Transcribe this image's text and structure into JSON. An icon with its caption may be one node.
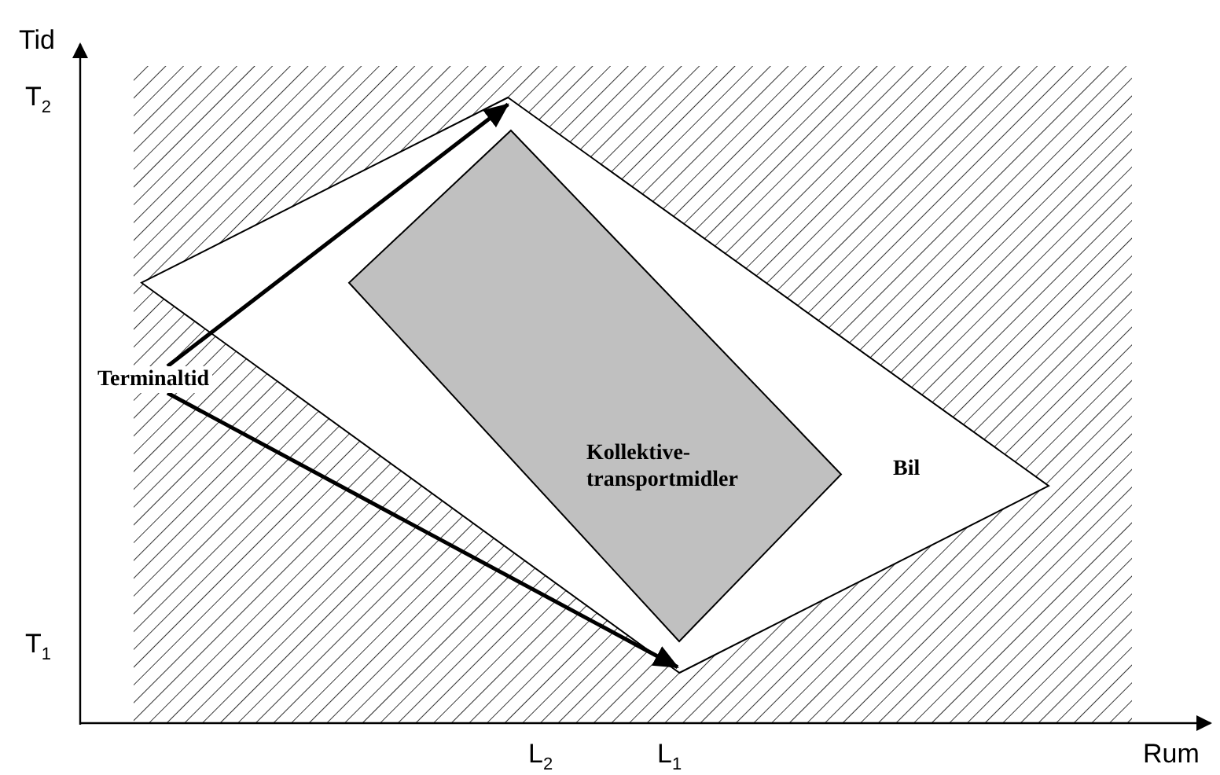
{
  "diagram": {
    "nodes": [
      {
        "text": [
          "Bil"
        ]
      },
      {
        "text": [
          "Kollektive-transportmidler"
        ],
        "in": 0
      },
      {
        "text": [
          "Terminaltid"
        ]
      }
    ],
    "edges": [
      {
        "from": 2,
        "to": 0,
        "arrow": "to"
      },
      {
        "from": 2,
        "to": 0,
        "arrow": "to"
      }
    ],
    "labels": [
      "Tid",
      "T$_{2}$",
      "T$_{1}$",
      "L$_{2}$",
      "L$_{1}$",
      "Rum"
    ]
  }
}
